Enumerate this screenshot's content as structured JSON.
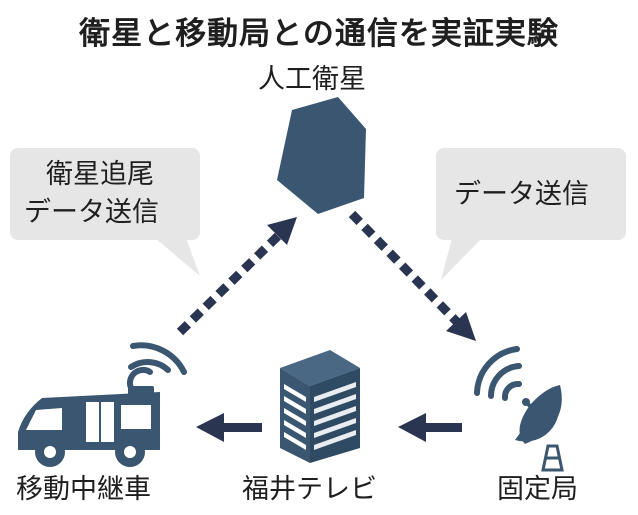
{
  "title": "衛星と移動局との通信を実証実験",
  "nodes": {
    "satellite": {
      "label": "人工衛星",
      "icon": "satellite-icon"
    },
    "mobile_relay": {
      "label": "移動中継車",
      "icon": "relay-van-icon"
    },
    "broadcaster": {
      "label": "福井テレビ",
      "icon": "building-icon"
    },
    "fixed_station": {
      "label": "固定局",
      "icon": "satellite-dish-icon"
    }
  },
  "callouts": {
    "left": {
      "line1": "衛星追尾",
      "line2": "データ送信"
    },
    "right": {
      "text": "データ送信"
    }
  },
  "colors": {
    "icon": "#3b5670",
    "arrow": "#2a3552",
    "callout": "#e6e6e6",
    "text": "#1f1f1f"
  }
}
